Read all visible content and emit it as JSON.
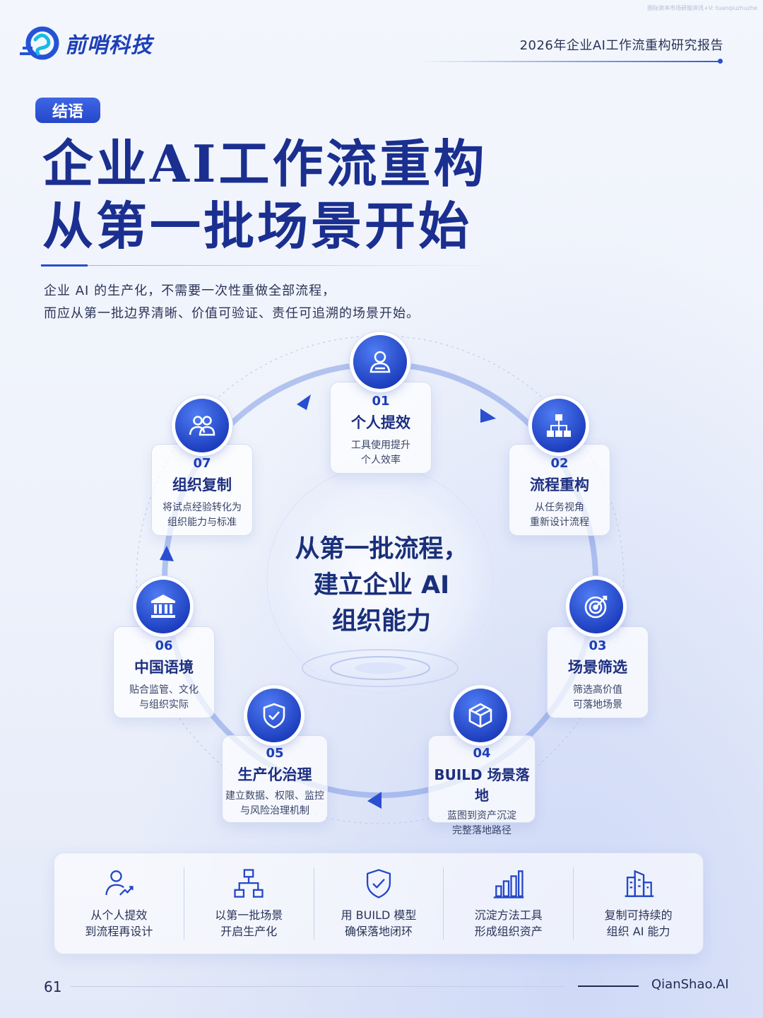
{
  "header": {
    "brand": "前哨科技",
    "report_title": "2026年企业AI工作流重构研究报告",
    "watermark": "国际资本市场研报资讯+V: tuanqiuzhuzhe"
  },
  "tag": "结语",
  "title_lines": [
    "企业AI工作流重构",
    "从第一批场景开始"
  ],
  "subtitle_lines": [
    "企业 AI 的生产化，不需要一次性重做全部流程，",
    "而应从第一批边界清晰、价值可验证、责任可追溯的场景开始。"
  ],
  "center_lines": [
    "从第一批流程，",
    "建立企业 AI",
    "组织能力"
  ],
  "nodes": [
    {
      "num": "01",
      "title": "个人提效",
      "desc": [
        "工具使用提升",
        "个人效率"
      ],
      "icon": "person-icon"
    },
    {
      "num": "02",
      "title": "流程重构",
      "desc": [
        "从任务视角",
        "重新设计流程"
      ],
      "icon": "org-chart-icon"
    },
    {
      "num": "03",
      "title": "场景筛选",
      "desc": [
        "筛选高价值",
        "可落地场景"
      ],
      "icon": "target-icon"
    },
    {
      "num": "04",
      "title": "BUILD 场景落地",
      "desc": [
        "蓝图到资产沉淀",
        "完整落地路径"
      ],
      "icon": "cube-icon"
    },
    {
      "num": "05",
      "title": "生产化治理",
      "desc": [
        "建立数据、权限、监控",
        "与风险治理机制"
      ],
      "icon": "shield-check-icon"
    },
    {
      "num": "06",
      "title": "中国语境",
      "desc": [
        "贴合监管、文化",
        "与组织实际"
      ],
      "icon": "institution-icon"
    },
    {
      "num": "07",
      "title": "组织复制",
      "desc": [
        "将试点经验转化为",
        "组织能力与标准"
      ],
      "icon": "team-icon"
    }
  ],
  "strip": [
    {
      "lines": [
        "从个人提效",
        "到流程再设计"
      ],
      "icon": "person-growth-icon"
    },
    {
      "lines": [
        "以第一批场景",
        "开启生产化"
      ],
      "icon": "hierarchy-icon"
    },
    {
      "lines": [
        "用 BUILD 模型",
        "确保落地闭环"
      ],
      "icon": "shield-check-icon"
    },
    {
      "lines": [
        "沉淀方法工具",
        "形成组织资产"
      ],
      "icon": "bar-chart-icon"
    },
    {
      "lines": [
        "复制可持续的",
        "组织 AI 能力"
      ],
      "icon": "buildings-icon"
    }
  ],
  "footer": {
    "page": "61",
    "brand_en": "QianShao.AI"
  },
  "colors": {
    "primary": "#1d3fb8",
    "accent": "#2a4ed0",
    "text": "#1f2a55"
  }
}
